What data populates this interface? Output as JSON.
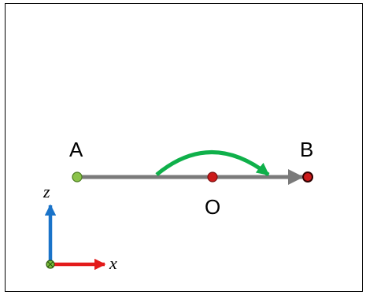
{
  "points": {
    "A": {
      "label": "A",
      "color": "#8bc34a"
    },
    "O": {
      "label": "O",
      "color": "#cc1a1a"
    },
    "B": {
      "label": "B",
      "color": "#cc1a1a"
    }
  },
  "axes": {
    "x_label": "x",
    "z_label": "z"
  },
  "colors": {
    "line": "#7a7a7a",
    "arc": "#0fb04a",
    "x_axis": "#e31b1b",
    "z_axis": "#1a73c9",
    "origin": "#7cbf3c"
  }
}
